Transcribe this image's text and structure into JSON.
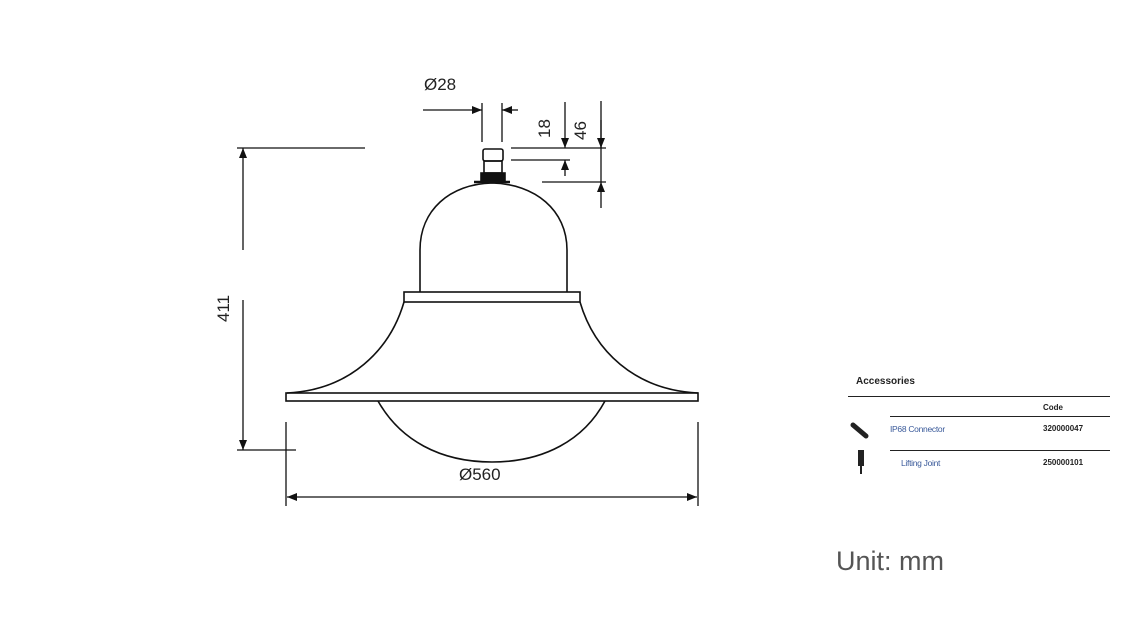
{
  "dimensions": {
    "diameter_top": "Ø28",
    "height_18": "18",
    "height_46": "46",
    "height_total": "411",
    "diameter_bottom": "Ø560"
  },
  "accessories": {
    "title": "Accessories",
    "code_header": "Code",
    "items": [
      {
        "name": "IP68 Connector",
        "code": "320000047",
        "icon": "connector-icon"
      },
      {
        "name": "Lifting Joint",
        "code": "250000101",
        "icon": "lifting-joint-icon"
      }
    ]
  },
  "unit_label": "Unit: mm"
}
